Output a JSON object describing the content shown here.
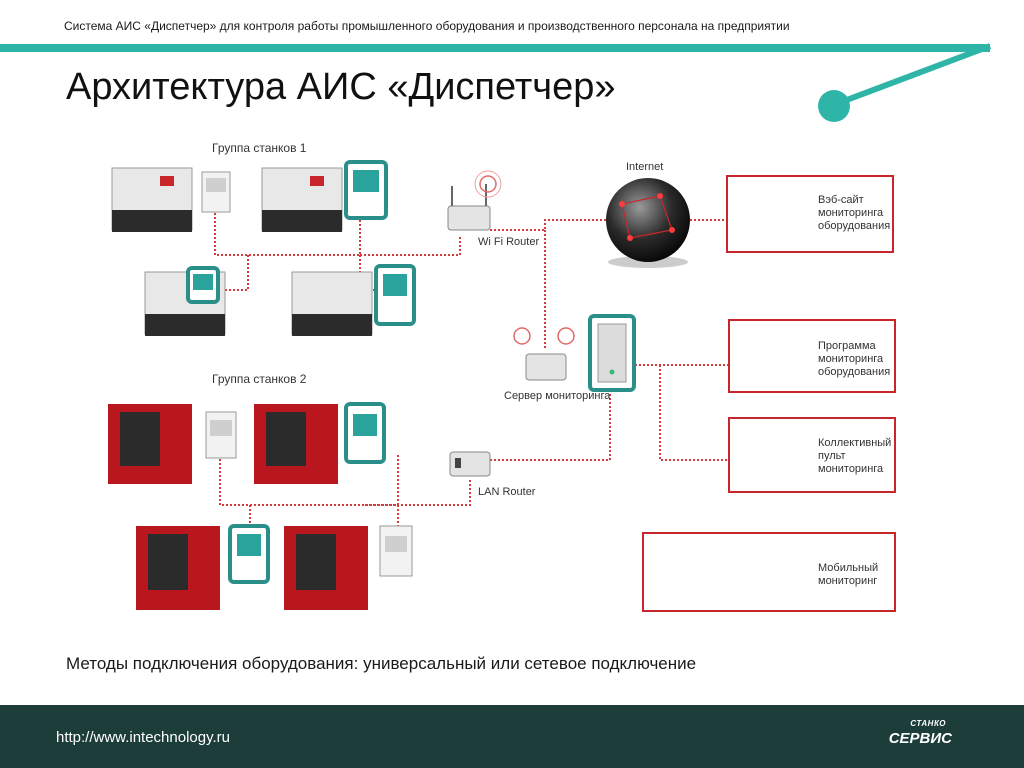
{
  "header": {
    "subtitle": "Система АИС «Диспетчер» для контроля работы промышленного оборудования и производственного персонала на предприятии",
    "title": "Архитектура АИС «Диспетчер»"
  },
  "colors": {
    "accent_teal": "#2fb5a8",
    "footer_bg": "#1c3d3a",
    "link_red": "#c9262c"
  },
  "diagram": {
    "group1_label": "Группа станков 1",
    "group2_label": "Группа станков 2",
    "internet_label": "Internet",
    "wifi_router_label": "Wi Fi Router",
    "server_label": "Сервер мониторинга",
    "lan_router_label": "LAN Router",
    "clients": [
      {
        "lines": [
          "Вэб-сайт",
          "мониторинга",
          "оборудования"
        ]
      },
      {
        "lines": [
          "Программа",
          "мониторинга",
          "оборудования"
        ]
      },
      {
        "lines": [
          "Коллективный",
          "пульт",
          "мониторинга"
        ]
      },
      {
        "lines": [
          "Мобильный",
          "мониторинг"
        ]
      }
    ]
  },
  "methods_text": "Методы  подключения оборудования: универсальный или сетевое подключение",
  "footer": {
    "url": "http://www.intechnology.ru",
    "logo_line1": "СТАНКО",
    "logo_line2": "СЕРВИС"
  }
}
